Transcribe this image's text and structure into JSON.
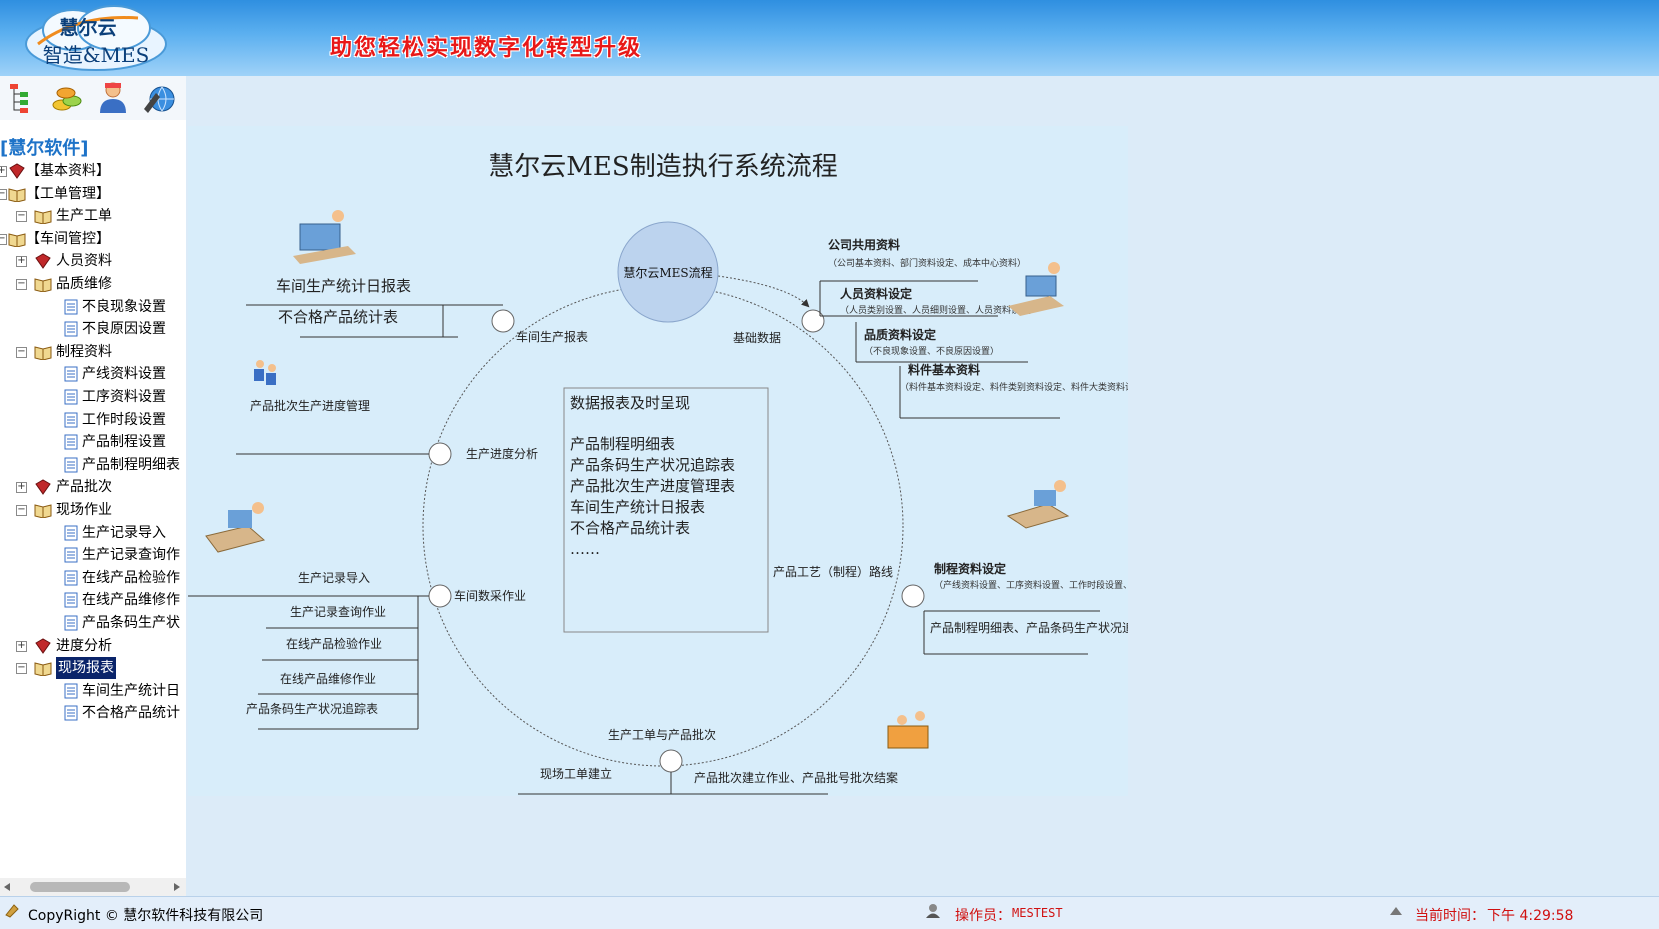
{
  "header": {
    "logo_top": "慧尔云",
    "logo_bottom": "智造&MES",
    "slogan": "助您轻松实现数字化转型升级"
  },
  "toolbar": {
    "icons": [
      "tree-view-icon",
      "coins-icon",
      "user-icon",
      "globe-icon"
    ]
  },
  "sidebar": {
    "brand": "[慧尔软件]",
    "tree": [
      {
        "label": "【基本资料】",
        "level": 0
      },
      {
        "label": "【工单管理】",
        "level": 0
      },
      {
        "label": "生产工单",
        "level": 1
      },
      {
        "label": "【车间管控】",
        "level": 0
      },
      {
        "label": "人员资料",
        "level": 1
      },
      {
        "label": "品质维修",
        "level": 1
      },
      {
        "label": "不良现象设置",
        "level": 2
      },
      {
        "label": "不良原因设置",
        "level": 2
      },
      {
        "label": "制程资料",
        "level": 1
      },
      {
        "label": "产线资料设置",
        "level": 2
      },
      {
        "label": "工序资料设置",
        "level": 2
      },
      {
        "label": "工作时段设置",
        "level": 2
      },
      {
        "label": "产品制程设置",
        "level": 2
      },
      {
        "label": "产品制程明细表",
        "level": 2
      },
      {
        "label": "产品批次",
        "level": 1
      },
      {
        "label": "现场作业",
        "level": 1
      },
      {
        "label": "生产记录导入",
        "level": 2
      },
      {
        "label": "生产记录查询作",
        "level": 2
      },
      {
        "label": "在线产品检验作",
        "level": 2
      },
      {
        "label": "在线产品维修作",
        "level": 2
      },
      {
        "label": "产品条码生产状",
        "level": 2
      },
      {
        "label": "进度分析",
        "level": 1
      },
      {
        "label": "现场报表",
        "level": 1,
        "selected": true
      },
      {
        "label": "车间生产统计日",
        "level": 2
      },
      {
        "label": "不合格产品统计",
        "level": 2
      }
    ]
  },
  "diagram": {
    "title": "慧尔云MES制造执行系统流程",
    "center_circle": "慧尔云MES流程",
    "report_box": {
      "heading": "数据报表及时呈现",
      "items": [
        "产品制程明细表",
        "产品条码生产状况追踪表",
        "产品批次生产进度管理表",
        "车间生产统计日报表",
        "不合格产品统计表",
        "……"
      ]
    },
    "nodes": {
      "base_data": "基础数据",
      "workshop_report": "车间生产报表",
      "progress_analysis": "生产进度分析",
      "data_collection": "车间数采作业",
      "process_route": "产品工艺（制程）路线",
      "order_batch": "生产工单与产品批次"
    },
    "base_data_items": {
      "company_label": "公司共用资料",
      "company_note": "（公司基本资料、部门资料设定、成本中心资料）",
      "hr_label": "人员资料设定",
      "hr_note": "（人员类别设置、人员细则设置、人员资料设置）",
      "qc_label": "品质资料设定",
      "qc_note": "（不良现象设置、不良原因设置）",
      "part_label": "料件基本资料",
      "part_note": "（料件基本资料设定、料件类别资料设定、料件大类资料设定、料件小类资料设定）"
    },
    "report_items": [
      "车间生产统计日报表",
      "不合格产品统计表"
    ],
    "progress_item": "产品批次生产进度管理",
    "collection_items": [
      "生产记录导入",
      "生产记录查询作业",
      "在线产品检验作业",
      "在线产品维修作业",
      "产品条码生产状况追踪表"
    ],
    "process_label": "制程资料设定",
    "process_note": "（产线资料设置、工序资料设置、工作时段设置、产品制程设置）",
    "process_items": "产品制程明细表、产品条码生产状况追踪表",
    "order_items": {
      "left": "现场工单建立",
      "right": "产品批次建立作业、产品批号批次结案"
    }
  },
  "status": {
    "copyright": "CopyRight © 慧尔软件科技有限公司",
    "operator_label": "操作员：",
    "operator": "MESTEST",
    "time_label": "当前时间：",
    "time": "下午 4:29:58"
  },
  "colors": {
    "header_top": "#2f8fe0",
    "slogan": "#e81818",
    "brand": "#1e73c8",
    "selected": "#0a246a",
    "status_red": "#d01010"
  }
}
